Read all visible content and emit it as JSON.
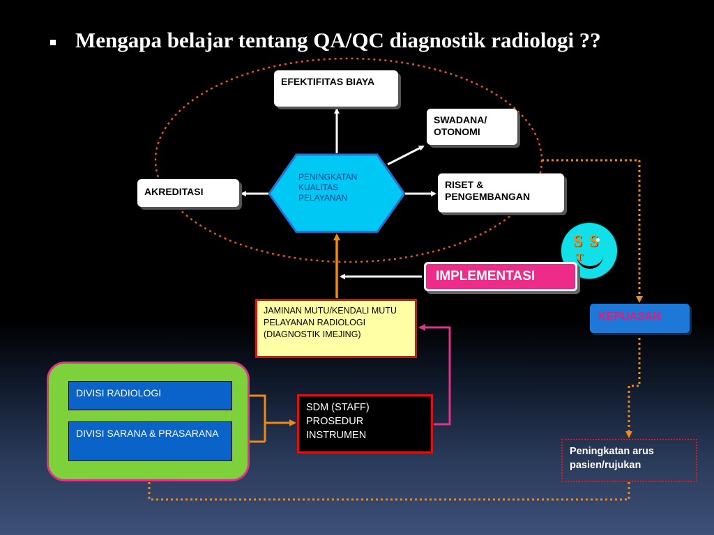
{
  "slide": {
    "title": "Mengapa belajar tentang QA/QC diagnostik radiologi ??"
  },
  "diagram": {
    "center": "PENINGKATAN KUALITAS PELAYANAN",
    "efektifitas": "EFEKTIFITAS BIAYA",
    "swadana": "SWADANA/ OTONOMI",
    "akreditasi": "AKREDITASI",
    "riset": "RISET & PENGEMBANGAN",
    "implementasi": "IMPLEMENTASI",
    "kepuasan": "KEPUASAN",
    "jaminan": "JAMINAN MUTU/KENDALI MUTU PELAYANAN RADIOLOGI (DIAGNOSTIK IMEJING)",
    "divisi_radiologi": "DIVISI  RADIOLOGI",
    "divisi_sarana": "DIVISI SARANA & PRASARANA",
    "sdm": "SDM (STAFF) PROSEDUR INSTRUMEN",
    "peningkatan_arus": "Peningkatan arus pasien/rujukan",
    "smiley": {
      "s1": "S",
      "s2": "S",
      "t": "T"
    }
  },
  "colors": {
    "accent_pink": "#ee2b88",
    "kepuasan_blue": "#1e78d8",
    "hexagon_cyan": "#00c8f5",
    "orange_connector": "#f08a12",
    "red_border": "#dd1111",
    "green_panel": "#7dd13a"
  }
}
